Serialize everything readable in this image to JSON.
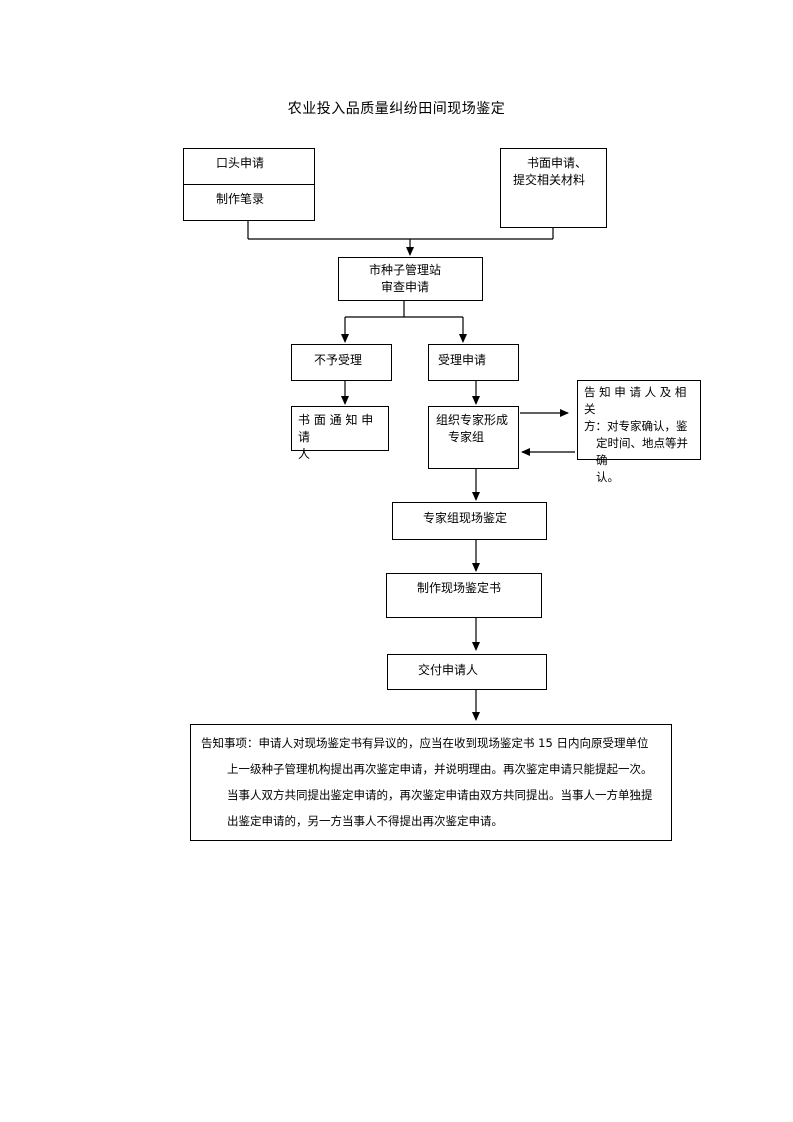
{
  "title": "农业投入品质量纠纷田间现场鉴定",
  "nodes": {
    "oral": "口头申请",
    "record": "制作笔录",
    "written_1": "书面申请、",
    "written_2": "提交相关材料",
    "station_1": "市种子管理站",
    "station_2": "审查申请",
    "reject": "不予受理",
    "accept": "受理申请",
    "notify_1": "书 面 通 知 申 请",
    "notify_2": "人",
    "group_1": "组织专家形成",
    "group_2": "专家组",
    "inform_1": "告 知 申 请 人 及 相 关",
    "inform_2": "方：对专家确认，鉴",
    "inform_3": "定时间、地点等并确",
    "inform_4": "认。",
    "onsite": "专家组现场鉴定",
    "report": "制作现场鉴定书",
    "deliver": "交付申请人"
  },
  "notice": {
    "line1": "告知事项：申请人对现场鉴定书有异议的，应当在收到现场鉴定书 15 日内向原受理单位",
    "line2": "上一级种子管理机构提出再次鉴定申请，并说明理由。再次鉴定申请只能提起一次。",
    "line3": "当事人双方共同提出鉴定申请的，再次鉴定申请由双方共同提出。当事人一方单独提",
    "line4": "出鉴定申请的，另一方当事人不得提出再次鉴定申请。"
  }
}
